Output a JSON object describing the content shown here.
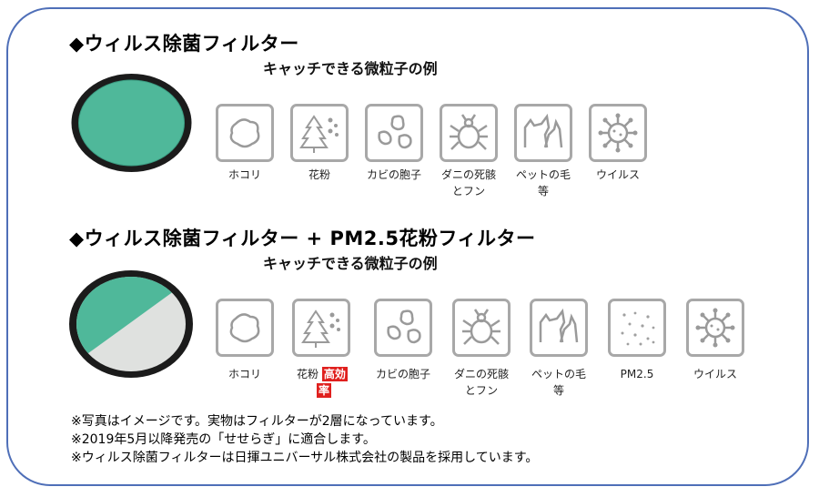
{
  "section1": {
    "heading": "◆ウィルス除菌フィルター",
    "subheading": "キャッチできる微粒子の例",
    "items": [
      {
        "icon": "dust-icon",
        "label": "ホコリ"
      },
      {
        "icon": "pollen-icon",
        "label": "花粉"
      },
      {
        "icon": "mold-spore-icon",
        "label": "カビの胞子"
      },
      {
        "icon": "mite-icon",
        "label_line1": "ダニの死骸",
        "label_line2": "とフン"
      },
      {
        "icon": "pet-hair-icon",
        "label_line1": "ペットの毛",
        "label_line2": "等"
      },
      {
        "icon": "virus-icon",
        "label": "ウイルス"
      }
    ]
  },
  "section2": {
    "heading": "◆ウィルス除菌フィルター + PM2.5花粉フィルター",
    "subheading": "キャッチできる微粒子の例",
    "items": [
      {
        "icon": "dust-icon",
        "label": "ホコリ"
      },
      {
        "icon": "pollen-icon",
        "label": "花粉",
        "badge_line1": "高効",
        "badge_line2": "率"
      },
      {
        "icon": "mold-spore-icon",
        "label": "カビの胞子"
      },
      {
        "icon": "mite-icon",
        "label_line1": "ダニの死骸",
        "label_line2": "とフン"
      },
      {
        "icon": "pet-hair-icon",
        "label_line1": "ペットの毛",
        "label_line2": "等"
      },
      {
        "icon": "pm25-icon",
        "label": "PM2.5"
      },
      {
        "icon": "virus-icon",
        "label": "ウイルス"
      }
    ]
  },
  "notes": [
    "※写真はイメージです。実物はフィルターが2層になっています。",
    "※2019年5月以降発売の「せせらぎ」に適合します。",
    "※ウィルス除菌フィルターは日揮ユニバーサル株式会社の製品を採用しています。"
  ],
  "colors": {
    "frame": "#4f6fb8",
    "filter_green": "#4fb89a",
    "filter_white": "#dfe1df",
    "tile_border": "#a8a8a8",
    "highlight": "#e0201e"
  }
}
